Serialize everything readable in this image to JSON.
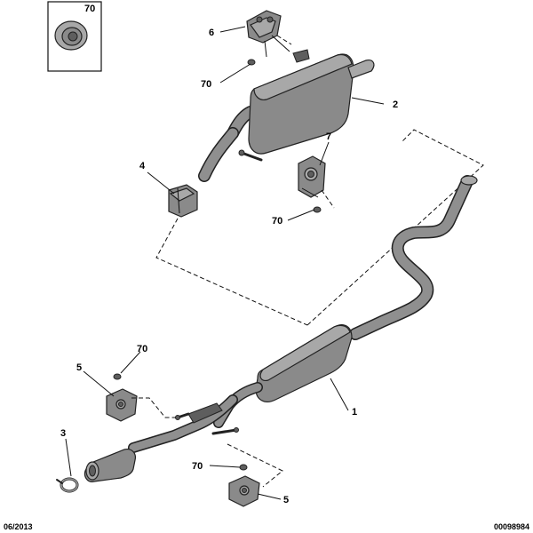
{
  "callouts": {
    "inset_70": "70",
    "c6": "6",
    "c70_top": "70",
    "c2": "2",
    "c7": "7",
    "c4": "4",
    "c70_mid": "70",
    "c70_left": "70",
    "c5_left": "5",
    "c1": "1",
    "c3": "3",
    "c70_bottom": "70",
    "c5_bottom": "5"
  },
  "footer": {
    "date": "06/2013",
    "reference": "00098984"
  }
}
